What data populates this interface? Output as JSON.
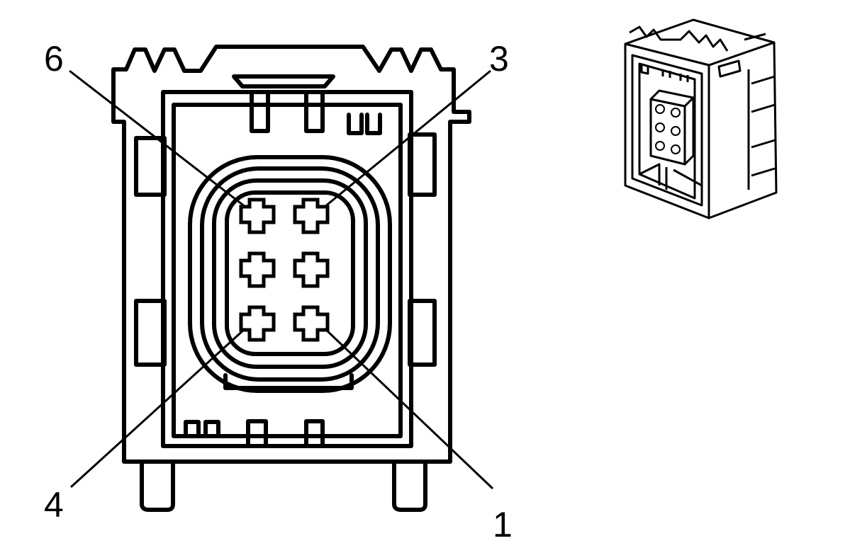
{
  "pin_labels": {
    "pin6": "6",
    "pin3": "3",
    "pin4": "4",
    "pin1": "1"
  },
  "colors": {
    "line": "#000000",
    "background": "#ffffff"
  }
}
